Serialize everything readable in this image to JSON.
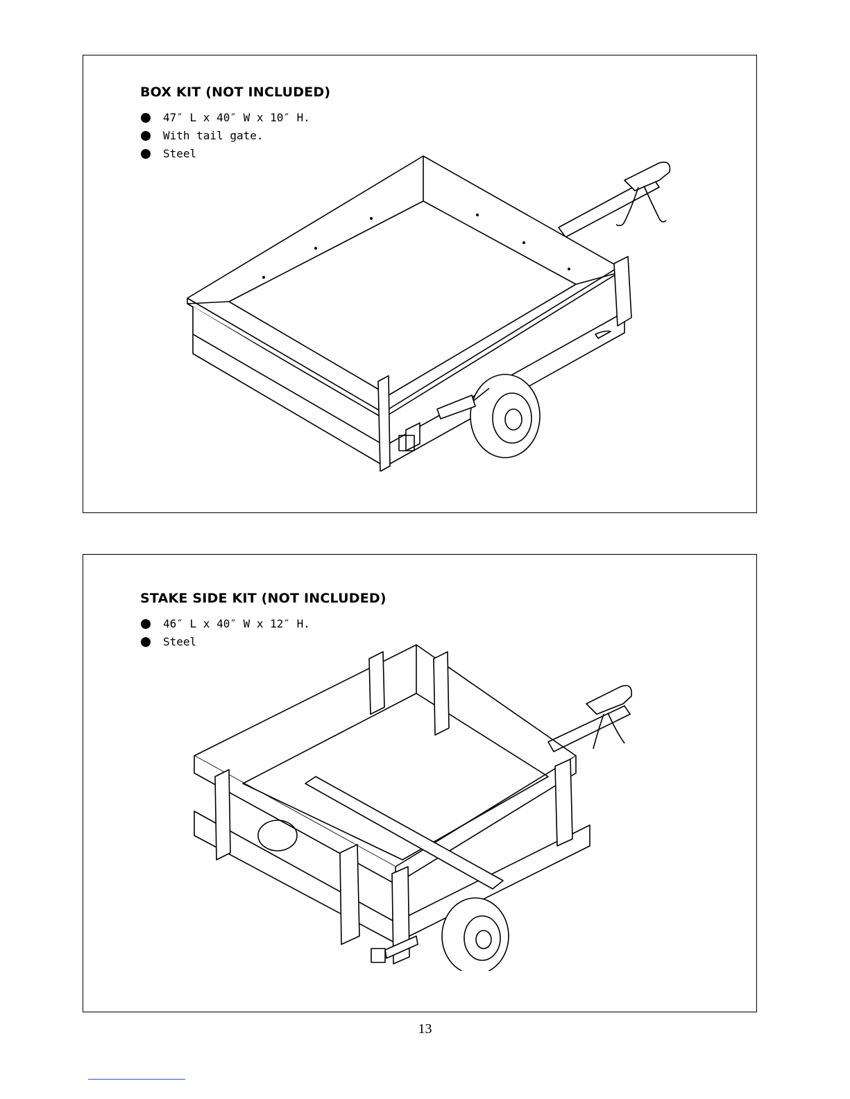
{
  "box_kit": {
    "title": "BOX KIT (NOT INCLUDED)",
    "specs": [
      "47″ L x 40″ W x 10″ H.",
      "With tail gate.",
      "Steel"
    ]
  },
  "stake_kit": {
    "title": "STAKE SIDE KIT (NOT INCLUDED)",
    "specs": [
      "46″ L x 40″ W x 12″ H.",
      "Steel"
    ]
  },
  "page_number": "13"
}
